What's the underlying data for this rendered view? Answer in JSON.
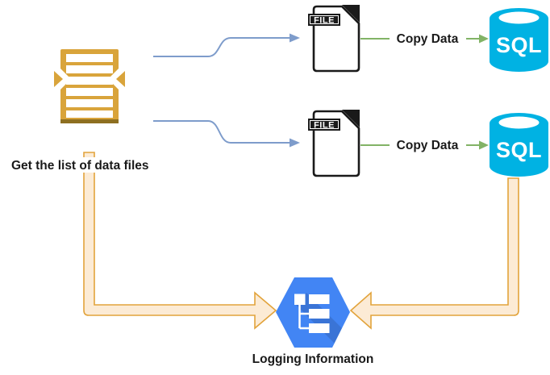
{
  "diagram": {
    "source": {
      "label": "Get the list of data files",
      "icon": "list-activity-icon"
    },
    "flows": [
      {
        "file_label": "FILE",
        "copy_label": "Copy Data",
        "db_label": "SQL"
      },
      {
        "file_label": "FILE",
        "copy_label": "Copy Data",
        "db_label": "SQL"
      }
    ],
    "logging": {
      "label": "Logging Information",
      "icon": "cloud-logging-hexagon-icon"
    },
    "colors": {
      "list_icon_gold": "#D9A43B",
      "list_icon_base_dark": "#8E6F20",
      "file_outline_black": "#1A1A1A",
      "sql_cyan": "#00B2E3",
      "copy_arrow_green": "#82B366",
      "flow_arrow_blue": "#7E9CCB",
      "log_arrow_fill": "#FCEBD5",
      "log_arrow_stroke": "#E2A33B",
      "logging_hex_blue": "#4285F4",
      "text_black": "#1A1A1A",
      "background": "#FFFFFF"
    }
  }
}
